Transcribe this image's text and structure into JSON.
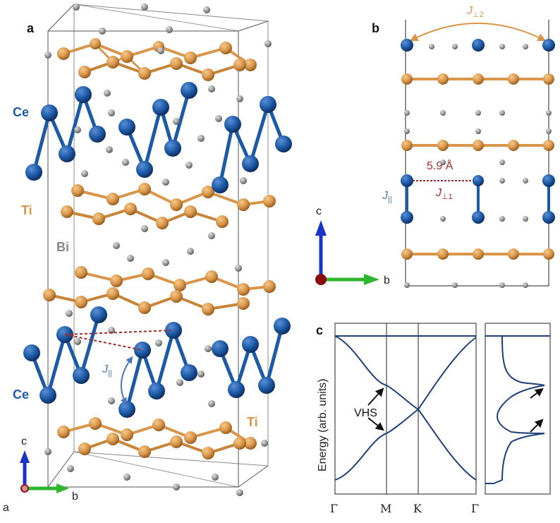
{
  "panels": {
    "a": {
      "label": "a",
      "elements": {
        "ce_top": "Ce",
        "ti_top": "Ti",
        "bi": "Bi",
        "ce_bottom": "Ce",
        "ti_bottom": "Ti"
      },
      "coupling": {
        "symbol": "J",
        "sub": "||"
      },
      "axes": {
        "c": "c",
        "b": "b",
        "a": "a"
      }
    },
    "b": {
      "label": "b",
      "coupling_perp2": {
        "symbol": "J",
        "sub": "⊥2"
      },
      "coupling_par": {
        "symbol": "J",
        "sub": "||"
      },
      "coupling_perp1": {
        "symbol": "J",
        "sub": "⊥1"
      },
      "distance": "5.9 Å",
      "axes": {
        "c": "c",
        "b": "b"
      }
    },
    "c": {
      "label": "c",
      "ylabel": "Energy (arb. units)",
      "vhs": "VHS",
      "ticks": [
        "Γ",
        "M",
        "K",
        "Γ"
      ]
    }
  },
  "colors": {
    "ce": "#1d5aa6",
    "ti": "#d9964a",
    "bi": "#9a9a9a",
    "band": "#1f3f7a",
    "red": "#a32a2a",
    "axis_c": "#1a33c8",
    "axis_b": "#2fb52f",
    "axis_a": "#a01010"
  }
}
